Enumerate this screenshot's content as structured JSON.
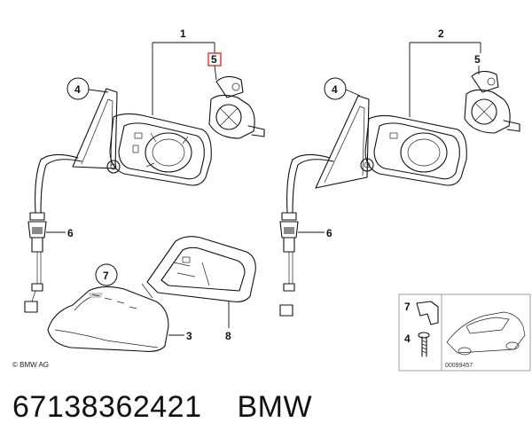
{
  "callouts": {
    "c1": "1",
    "c2": "2",
    "c3": "3",
    "c4a": "4",
    "c4b": "4",
    "c5a": "5",
    "c5b": "5",
    "c6a": "6",
    "c6b": "6",
    "c7": "7",
    "c8": "8",
    "inset4": "4",
    "inset7": "7"
  },
  "copyright": "© BMW AG",
  "diagram_id": "00099457",
  "caption": {
    "part_number": "67138362421",
    "brand": "BMW"
  },
  "colors": {
    "highlight": "#e0201b",
    "line": "#111111"
  }
}
